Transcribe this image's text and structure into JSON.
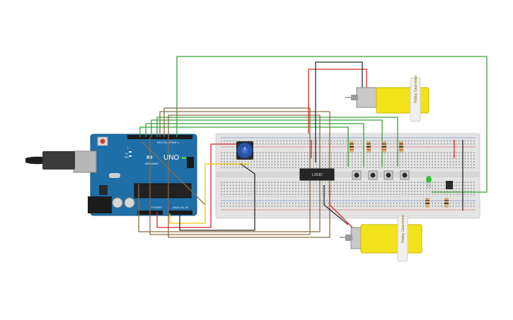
{
  "board": {
    "name_label": "UNO",
    "brand_label": "ARDUINO",
    "digital_label": "DIGITAL (PWM~)",
    "power_label": "POWER",
    "analog_label": "ANALOG IN",
    "tx_label": "TX",
    "rx_label": "RX",
    "l_label": "L"
  },
  "driver_chip": {
    "label": "L293D"
  },
  "motors": [
    {
      "label": "Hobby Gearmotor"
    },
    {
      "label": "Hobby Gearmotor"
    }
  ],
  "colors": {
    "wire_red": "#d42a2a",
    "wire_black": "#2b2b2b",
    "wire_green": "#3aa23a",
    "wire_brown": "#8a6a45",
    "wire_yellow": "#f0c800",
    "board_blue": "#1e6fa8",
    "motor_yellow": "#f2e21a",
    "breadboard": "#e4e4e4"
  }
}
